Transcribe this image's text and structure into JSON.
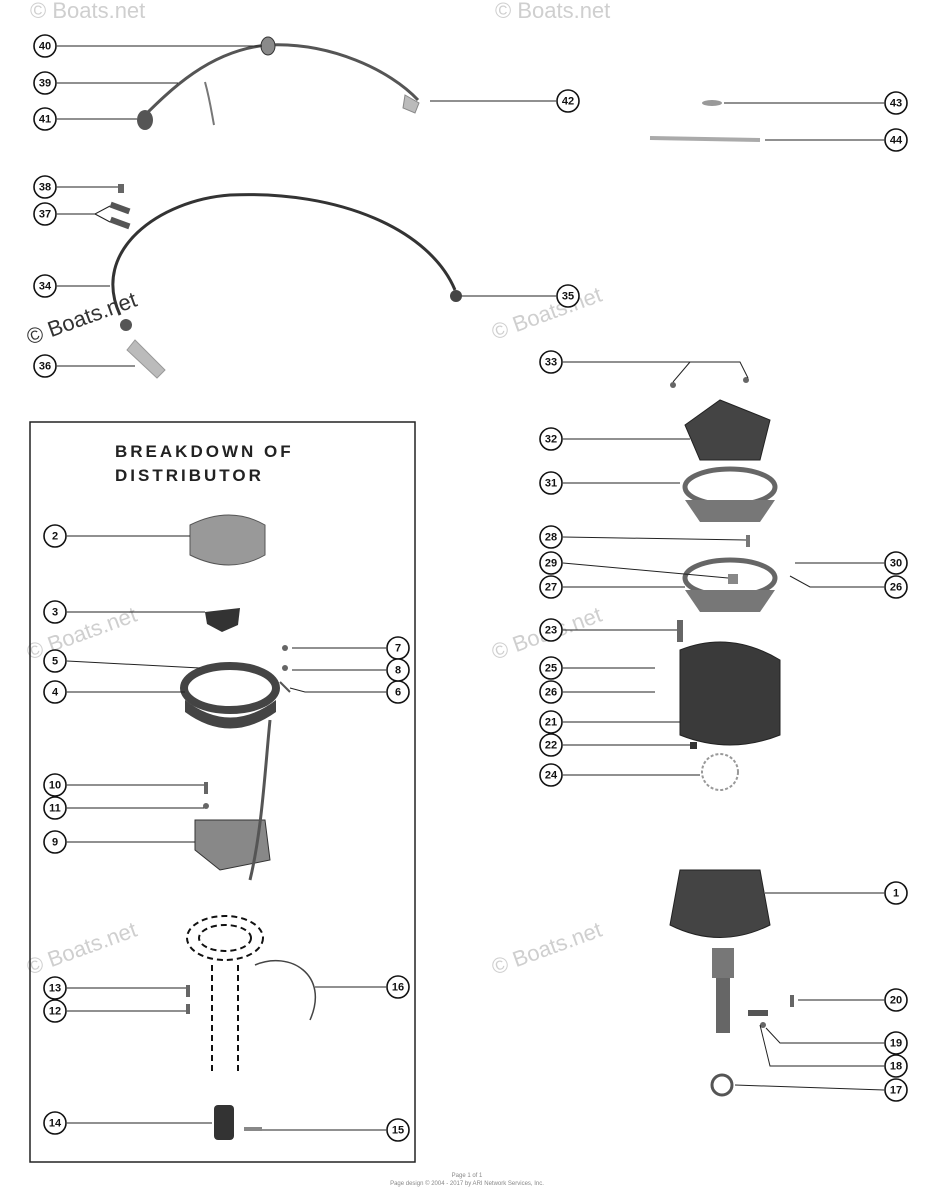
{
  "title_lines": [
    "BREAKDOWN  OF",
    "DISTRIBUTOR"
  ],
  "watermark": "© Boats.net",
  "footer": {
    "line1": "Page 1 of 1",
    "line2": "Page design © 2004 - 2017 by ARI Network Services, Inc."
  },
  "callouts": [
    "1",
    "2",
    "3",
    "4",
    "5",
    "6",
    "7",
    "8",
    "9",
    "10",
    "11",
    "12",
    "13",
    "14",
    "15",
    "16",
    "17",
    "18",
    "19",
    "20",
    "21",
    "22",
    "23",
    "24",
    "25",
    "26",
    "26",
    "27",
    "28",
    "29",
    "30",
    "31",
    "32",
    "33",
    "34",
    "35",
    "36",
    "37",
    "38",
    "39",
    "40",
    "41",
    "42",
    "43",
    "44"
  ]
}
